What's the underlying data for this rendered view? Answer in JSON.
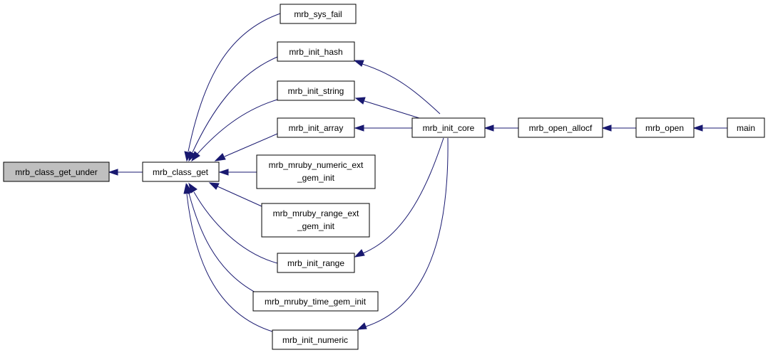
{
  "graph": {
    "nodes": [
      {
        "id": "n_get_under",
        "lines": [
          "mrb_class_get_under"
        ],
        "highlight": true
      },
      {
        "id": "n_class_get",
        "lines": [
          "mrb_class_get"
        ]
      },
      {
        "id": "n_sys_fail",
        "lines": [
          "mrb_sys_fail"
        ]
      },
      {
        "id": "n_init_hash",
        "lines": [
          "mrb_init_hash"
        ]
      },
      {
        "id": "n_init_string",
        "lines": [
          "mrb_init_string"
        ]
      },
      {
        "id": "n_init_array",
        "lines": [
          "mrb_init_array"
        ]
      },
      {
        "id": "n_numeric_ext",
        "lines": [
          "mrb_mruby_numeric_ext",
          "_gem_init"
        ]
      },
      {
        "id": "n_range_ext",
        "lines": [
          "mrb_mruby_range_ext",
          "_gem_init"
        ]
      },
      {
        "id": "n_init_range",
        "lines": [
          "mrb_init_range"
        ]
      },
      {
        "id": "n_time_gem",
        "lines": [
          "mrb_mruby_time_gem_init"
        ]
      },
      {
        "id": "n_init_numeric",
        "lines": [
          "mrb_init_numeric"
        ]
      },
      {
        "id": "n_init_core",
        "lines": [
          "mrb_init_core"
        ]
      },
      {
        "id": "n_open_allocf",
        "lines": [
          "mrb_open_allocf"
        ]
      },
      {
        "id": "n_open",
        "lines": [
          "mrb_open"
        ]
      },
      {
        "id": "n_main",
        "lines": [
          "main"
        ]
      }
    ]
  }
}
